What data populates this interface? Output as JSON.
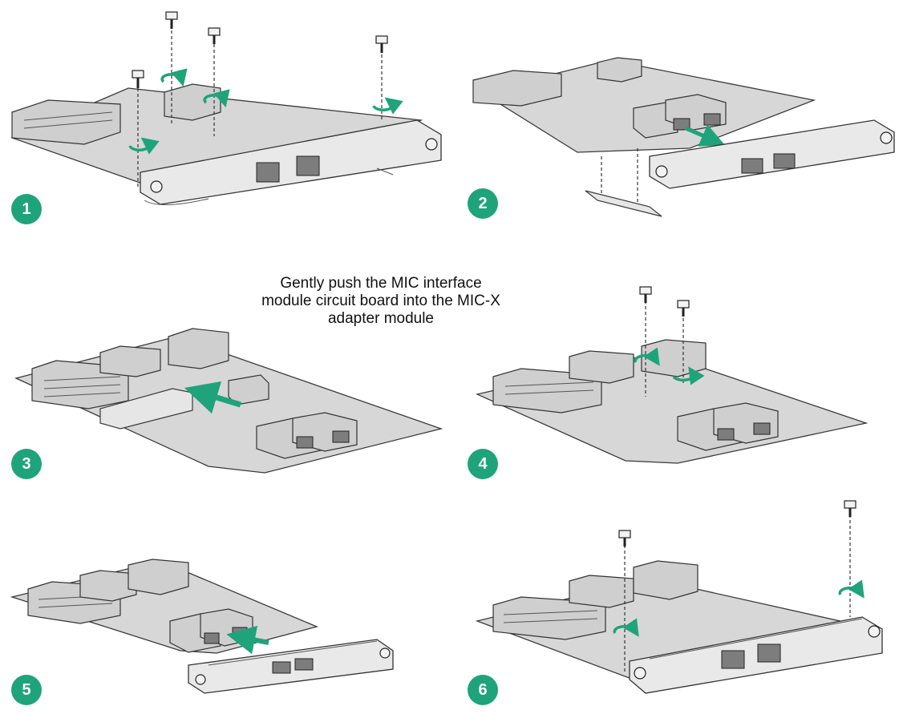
{
  "steps": [
    {
      "number": "1"
    },
    {
      "number": "2"
    },
    {
      "number": "3"
    },
    {
      "number": "4"
    },
    {
      "number": "5"
    },
    {
      "number": "6"
    }
  ],
  "caption": {
    "line1": "Gently push the MIC interface",
    "line2": "module circuit board into the MIC-X",
    "line3": "adapter module"
  },
  "colors": {
    "accent": "#1fa37a",
    "board": "#d7d7d7",
    "outline": "#3a3a3a"
  }
}
